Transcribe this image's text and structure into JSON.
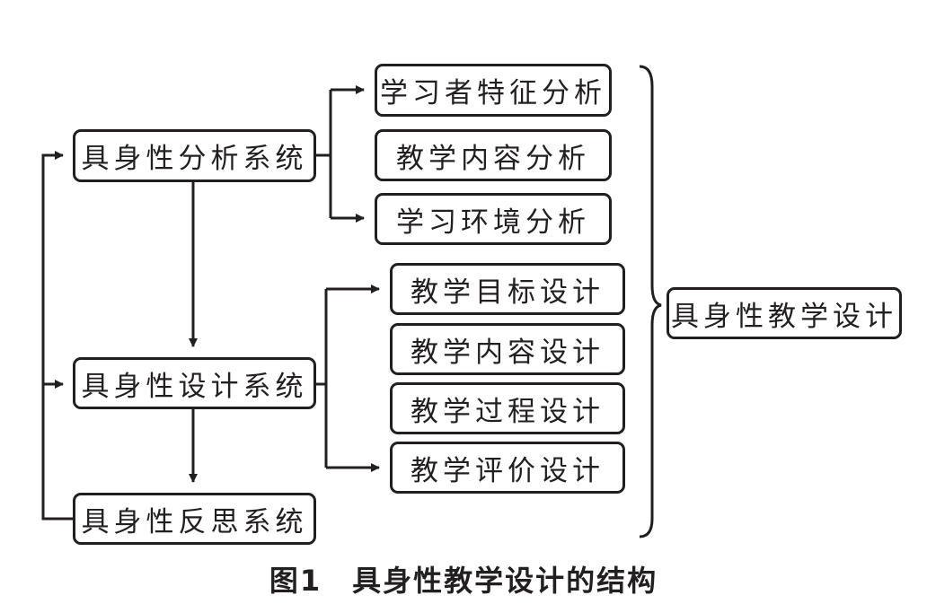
{
  "systems": {
    "analysis": "具身性分析系统",
    "design": "具身性设计系统",
    "reflection": "具身性反思系统"
  },
  "analysis_items": [
    "学习者特征分析",
    "教学内容分析",
    "学习环境分析"
  ],
  "design_items": [
    "教学目标设计",
    "教学内容设计",
    "教学过程设计",
    "教学评价设计"
  ],
  "result": "具身性教学设计",
  "caption": "图1　具身性教学设计的结构"
}
